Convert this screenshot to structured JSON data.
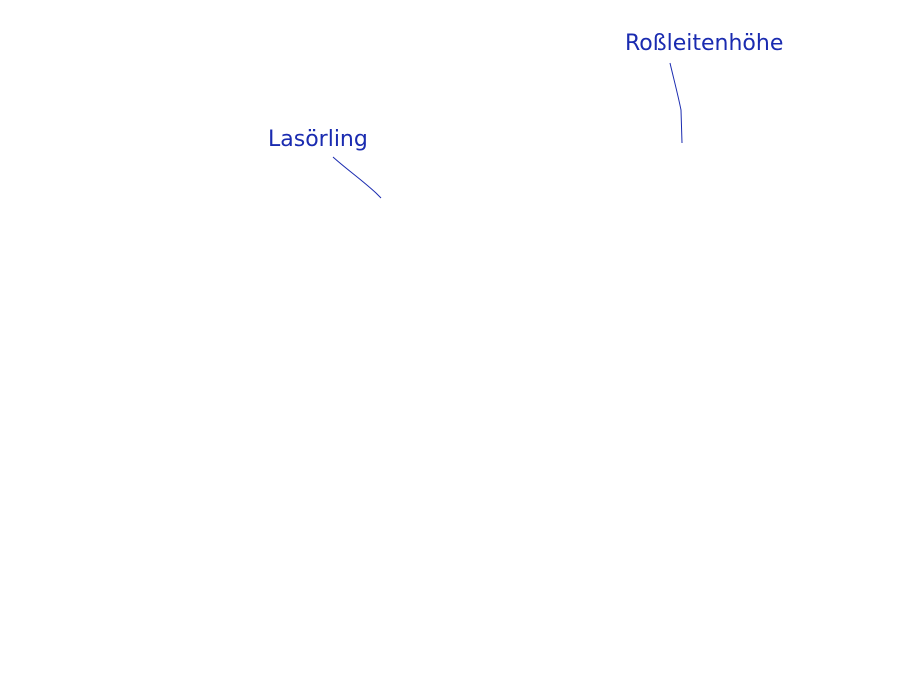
{
  "map": {
    "label_color": "#1a2bb0",
    "leader_color": "#1a2bb0",
    "labels": [
      {
        "id": "lasoerling",
        "text": "Lasörling"
      },
      {
        "id": "rossleitenhoehe",
        "text": "Roßleitenhöhe"
      }
    ]
  }
}
